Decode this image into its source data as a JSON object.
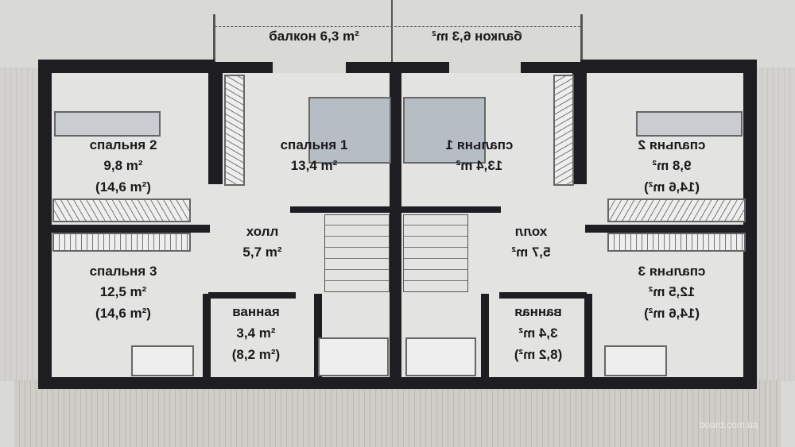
{
  "left_unit": {
    "balcony": "балкон 6,3 m²",
    "bedroom1": {
      "name": "спальня 1",
      "area": "13,4 m²"
    },
    "bedroom2": {
      "name": "спальня 2",
      "area": "9,8 m²",
      "total": "(14,6 m²)"
    },
    "bedroom3": {
      "name": "спальня 3",
      "area": "12,5 m²",
      "total": "(14,6 m²)"
    },
    "hall": {
      "name": "холл",
      "area": "5,7 m²"
    },
    "bathroom": {
      "name": "ванная",
      "area": "3,4 m²",
      "total": "(8,2 m²)"
    }
  },
  "right_unit": {
    "balcony": "балкон 6,3 m²",
    "bedroom1": {
      "name": "спальня 1",
      "area": "13,4 m²"
    },
    "bedroom2": {
      "name": "спальня 2",
      "area": "9,8 m²",
      "total": "(14,6 m²)"
    },
    "bedroom3": {
      "name": "спальня 3",
      "area": "12,5 m²",
      "total": "(14,6 m²)"
    },
    "hall": {
      "name": "холл",
      "area": "5,7 m²"
    },
    "bathroom": {
      "name": "ванная",
      "area": "3,4 m²",
      "total": "(8,2 m²)"
    }
  },
  "watermark": "board.com.ua"
}
